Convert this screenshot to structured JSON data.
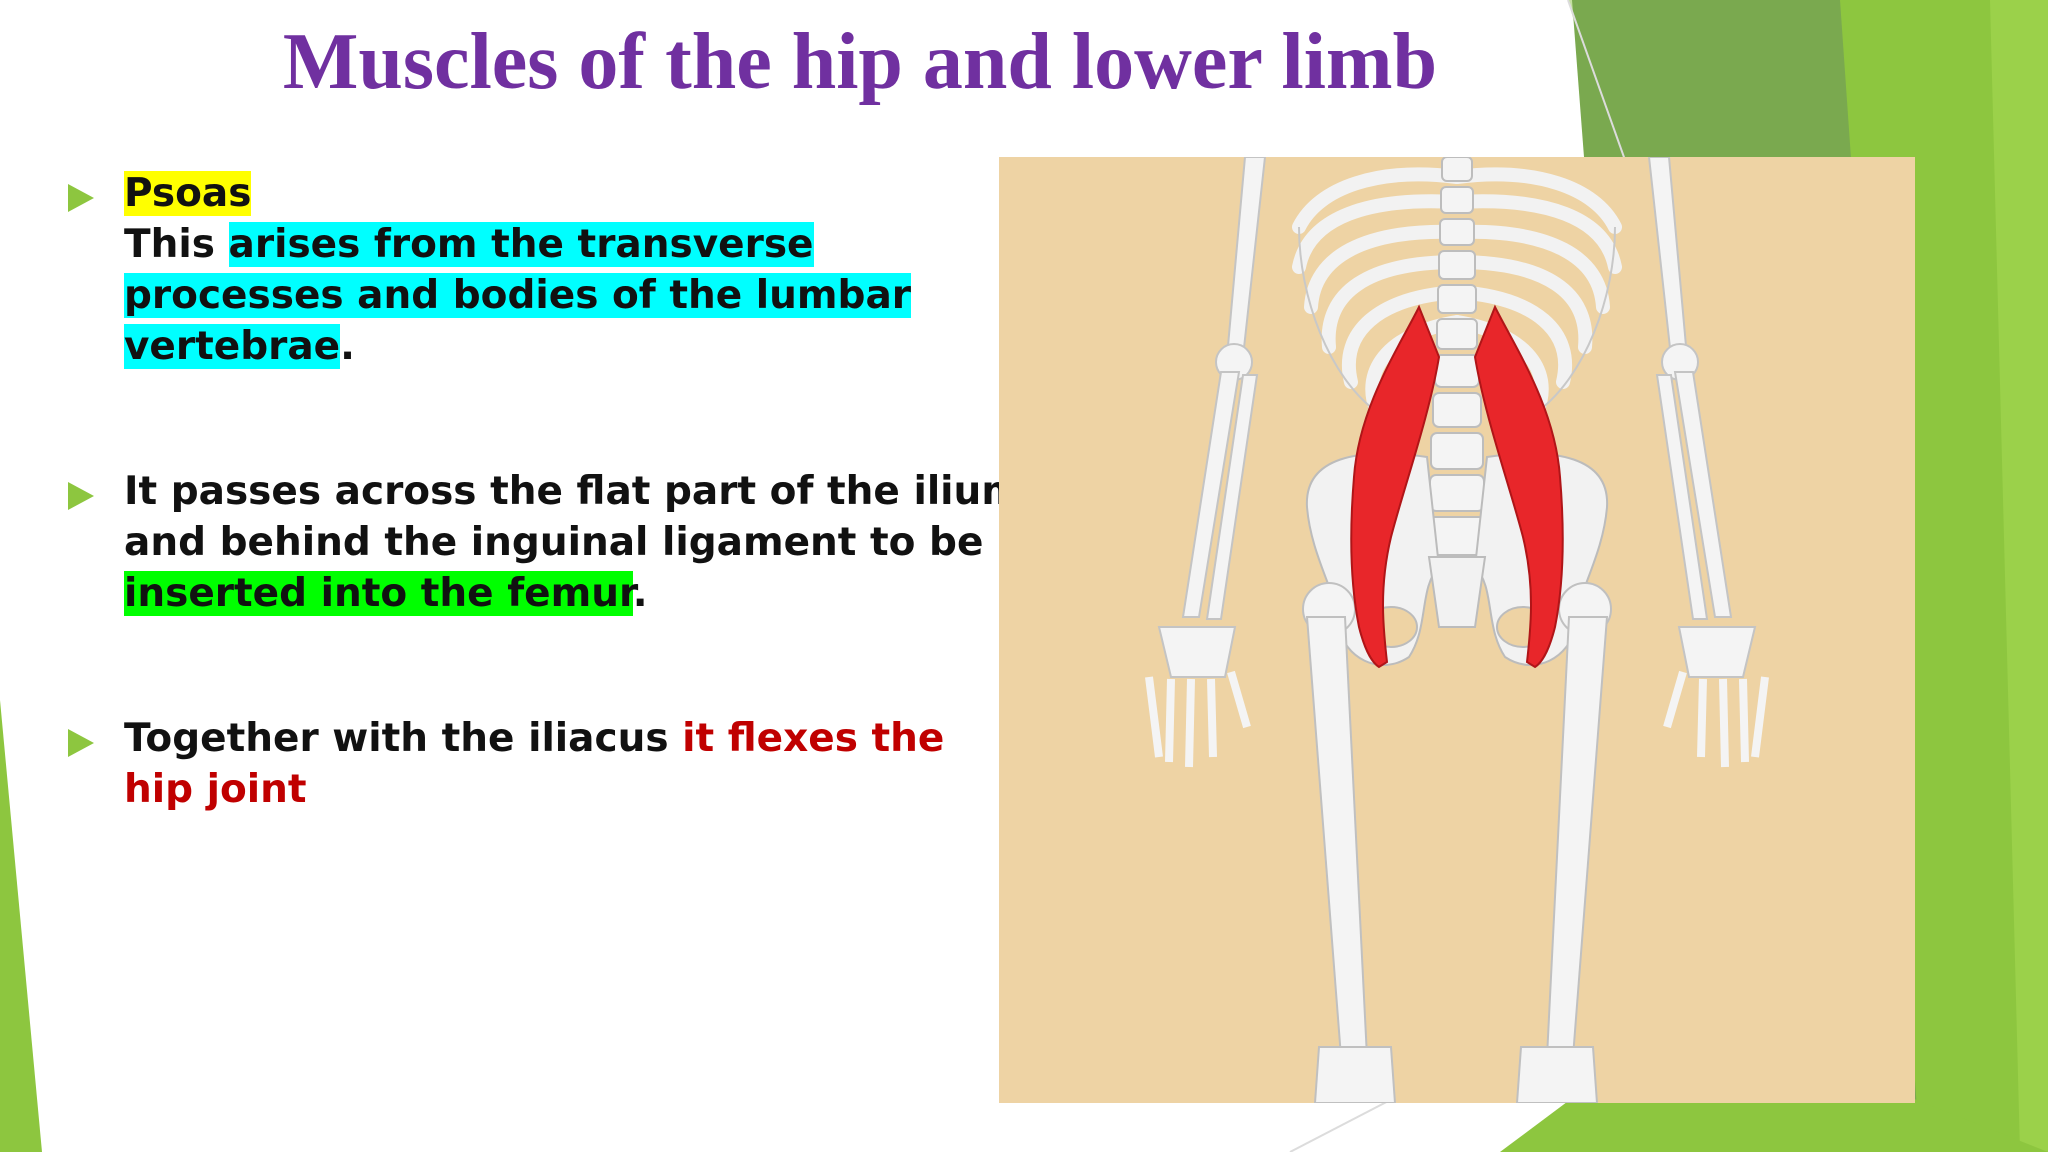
{
  "slide": {
    "title": "Muscles of the hip and lower limb",
    "bullets": [
      {
        "heading": "Psoas",
        "prefix": "This ",
        "highlight": "arises from the transverse processes and bodies of the lumbar vertebrae",
        "suffix": "."
      },
      {
        "prefix": "It passes across the flat part of the ilium and behind the inguinal ligament to be ",
        "highlight": "inserted into the femur",
        "suffix": "."
      },
      {
        "prefix": "Together with the iliacus ",
        "emphasis": "it flexes the hip joint"
      }
    ],
    "figure": {
      "subject": "skeleton-lower-body-with-psoas-muscle",
      "background": "#eed3a4",
      "muscle_color": "#e8262a"
    }
  },
  "theme": {
    "title_color": "#7030a0",
    "bullet_color": "#8dc63f",
    "emphasis_color": "#c00000",
    "highlight_yellow": "#ffff00",
    "highlight_cyan": "#00ffff",
    "highlight_green": "#00ff00"
  }
}
